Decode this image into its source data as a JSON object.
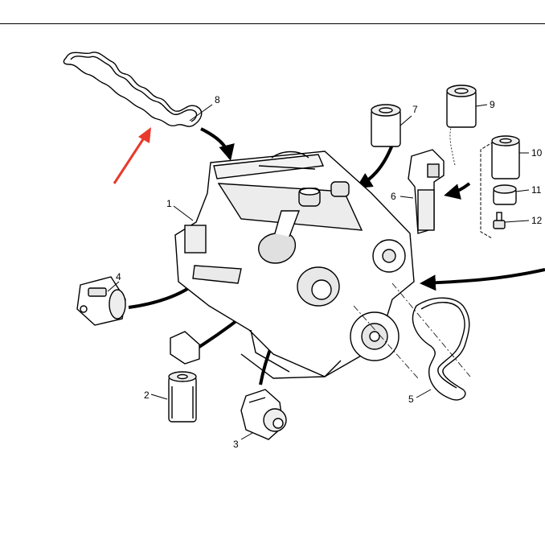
{
  "callouts": [
    {
      "label": "1",
      "part": "engine"
    },
    {
      "label": "2",
      "part": "oil-filter"
    },
    {
      "label": "3",
      "part": "alternator"
    },
    {
      "label": "4",
      "part": "starter-motor"
    },
    {
      "label": "5",
      "part": "drive-belt"
    },
    {
      "label": "6",
      "part": "fuel-filter-assembly"
    },
    {
      "label": "7",
      "part": "air-filter-element"
    },
    {
      "label": "8",
      "part": "valve-cover-gasket"
    },
    {
      "label": "9",
      "part": "fuel-filter-element"
    },
    {
      "label": "10",
      "part": "water-separator-element"
    },
    {
      "label": "11",
      "part": "water-separator-bowl"
    },
    {
      "label": "12",
      "part": "drain-plug"
    }
  ],
  "colors": {
    "highlight_arrow": "#e8392c",
    "line": "#000000",
    "background": "#ffffff"
  }
}
